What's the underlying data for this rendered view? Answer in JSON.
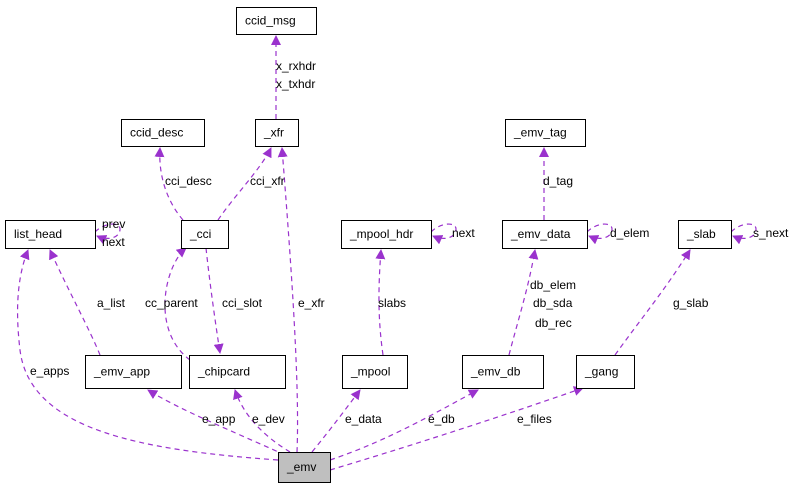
{
  "colors": {
    "edge": "#9a32cd",
    "node_border": "#000000",
    "node_fill": "#ffffff",
    "root_fill": "#bfbfbf"
  },
  "nodes": [
    {
      "id": "ccid_msg",
      "label": "ccid_msg"
    },
    {
      "id": "ccid_desc",
      "label": "ccid_desc"
    },
    {
      "id": "_xfr",
      "label": "_xfr"
    },
    {
      "id": "_emv_tag",
      "label": "_emv_tag"
    },
    {
      "id": "list_head",
      "label": "list_head"
    },
    {
      "id": "_cci",
      "label": "_cci"
    },
    {
      "id": "_mpool_hdr",
      "label": "_mpool_hdr"
    },
    {
      "id": "_emv_data",
      "label": "_emv_data"
    },
    {
      "id": "_slab",
      "label": "_slab"
    },
    {
      "id": "_emv_app",
      "label": "_emv_app"
    },
    {
      "id": "_chipcard",
      "label": "_chipcard"
    },
    {
      "id": "_mpool",
      "label": "_mpool"
    },
    {
      "id": "_emv_db",
      "label": "_emv_db"
    },
    {
      "id": "_gang",
      "label": "_gang"
    },
    {
      "id": "_emv",
      "label": "_emv",
      "root": true
    }
  ],
  "edges": [
    {
      "from": "_xfr",
      "to": "ccid_msg",
      "labels": [
        "x_rxhdr",
        "x_txhdr"
      ]
    },
    {
      "from": "_cci",
      "to": "ccid_desc",
      "labels": [
        "cci_desc"
      ]
    },
    {
      "from": "_cci",
      "to": "_xfr",
      "labels": [
        "cci_xfr"
      ]
    },
    {
      "from": "_emv_data",
      "to": "_emv_tag",
      "labels": [
        "d_tag"
      ]
    },
    {
      "from": "list_head",
      "to": "list_head",
      "labels": [
        "prev",
        "next"
      ]
    },
    {
      "from": "_mpool_hdr",
      "to": "_mpool_hdr",
      "labels": [
        "next"
      ]
    },
    {
      "from": "_emv_data",
      "to": "_emv_data",
      "labels": [
        "d_elem"
      ]
    },
    {
      "from": "_slab",
      "to": "_slab",
      "labels": [
        "s_next"
      ]
    },
    {
      "from": "_emv_app",
      "to": "list_head",
      "labels": [
        "a_list"
      ]
    },
    {
      "from": "_chipcard",
      "to": "_cci",
      "labels": [
        "cc_parent"
      ]
    },
    {
      "from": "_cci",
      "to": "_chipcard",
      "labels": [
        "cci_slot"
      ]
    },
    {
      "from": "_mpool",
      "to": "_mpool_hdr",
      "labels": [
        "slabs"
      ]
    },
    {
      "from": "_emv_db",
      "to": "_emv_data",
      "labels": [
        "db_elem",
        "db_sda",
        "db_rec"
      ]
    },
    {
      "from": "_gang",
      "to": "_slab",
      "labels": [
        "g_slab"
      ]
    },
    {
      "from": "_emv",
      "to": "list_head",
      "labels": [
        "e_apps"
      ]
    },
    {
      "from": "_emv",
      "to": "_xfr",
      "labels": [
        "e_xfr"
      ]
    },
    {
      "from": "_emv",
      "to": "_emv_app",
      "labels": [
        "e_app"
      ]
    },
    {
      "from": "_emv",
      "to": "_chipcard",
      "labels": [
        "e_dev"
      ]
    },
    {
      "from": "_emv",
      "to": "_mpool",
      "labels": [
        "e_data"
      ]
    },
    {
      "from": "_emv",
      "to": "_emv_db",
      "labels": [
        "e_db"
      ]
    },
    {
      "from": "_emv",
      "to": "_gang",
      "labels": [
        "e_files"
      ]
    }
  ]
}
